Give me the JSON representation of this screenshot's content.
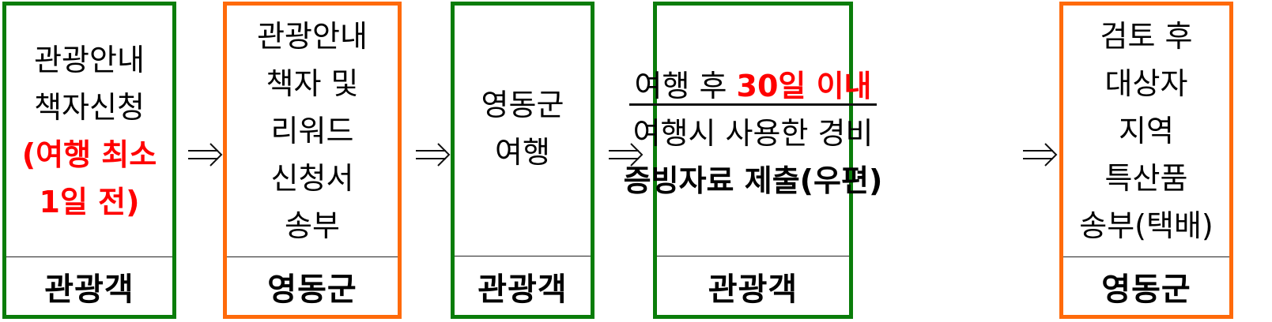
{
  "diagram": {
    "steps": [
      {
        "id": "step1",
        "border_color": "#0a7d0a",
        "lines": [
          "관광안내",
          "책자신청"
        ],
        "highlight_lines": [
          "(여행 최소",
          "1일 전)"
        ],
        "actor": "관광객"
      },
      {
        "id": "step2",
        "border_color": "#ff6a0a",
        "lines": [
          "관광안내",
          "책자 및",
          "리워드",
          "신청서",
          "송부"
        ],
        "actor": "영동군"
      },
      {
        "id": "step3",
        "border_color": "#0a7d0a",
        "lines": [
          "영동군",
          "여행"
        ],
        "actor": "관광객"
      },
      {
        "id": "step4",
        "border_color": "#0a7d0a",
        "underlined_prefix": "여행 후 ",
        "underlined_highlight": "30일 이내",
        "lines": [
          "여행시 사용한 경비"
        ],
        "bold_line": "증빙자료 제출(우편)",
        "actor": "관광객"
      },
      {
        "id": "step5",
        "border_color": "#ff6a0a",
        "lines": [
          "검토 후",
          "대상자",
          "지역",
          "특산품",
          "송부(택배)"
        ],
        "actor": "영동군"
      }
    ],
    "connector": "⇒",
    "colors": {
      "tourist_border": "#0a7d0a",
      "county_border": "#ff6a0a",
      "highlight_text": "#ff0000"
    }
  }
}
